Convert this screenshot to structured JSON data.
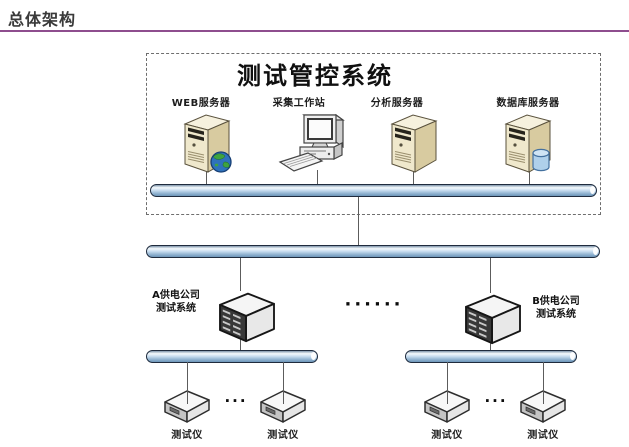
{
  "page": {
    "title": "总体架构"
  },
  "colors": {
    "accent_rule": "#8E4D8E",
    "bus_fill": "#9DBEDC",
    "bus_border": "#1F2B3D",
    "server_body": "#EFE8CC",
    "switch_panel": "#383838",
    "globe_ocean": "#2E72BC",
    "database_cylinder": "#AFD0EA"
  },
  "system_box": {
    "title": "测试管控系统"
  },
  "top_nodes": [
    {
      "label": "WEB服务器",
      "icon": "tower-server-globe-icon"
    },
    {
      "label": "采集工作站",
      "icon": "desktop-workstation-icon"
    },
    {
      "label": "分析服务器",
      "icon": "tower-server-icon"
    },
    {
      "label": "数据库服务器",
      "icon": "tower-server-database-icon"
    }
  ],
  "regional_systems": [
    {
      "label_line1": "A供电公司",
      "label_line2": "测试系统",
      "icon": "rack-switch-icon"
    },
    {
      "label_line1": "B供电公司",
      "label_line2": "测试系统",
      "icon": "rack-switch-icon"
    }
  ],
  "ellipsis": {
    "between_systems": "······",
    "between_devices": "···"
  },
  "devices": [
    {
      "label": "测试仪"
    },
    {
      "label": "测试仪"
    },
    {
      "label": "测试仪"
    },
    {
      "label": "测试仪"
    }
  ]
}
